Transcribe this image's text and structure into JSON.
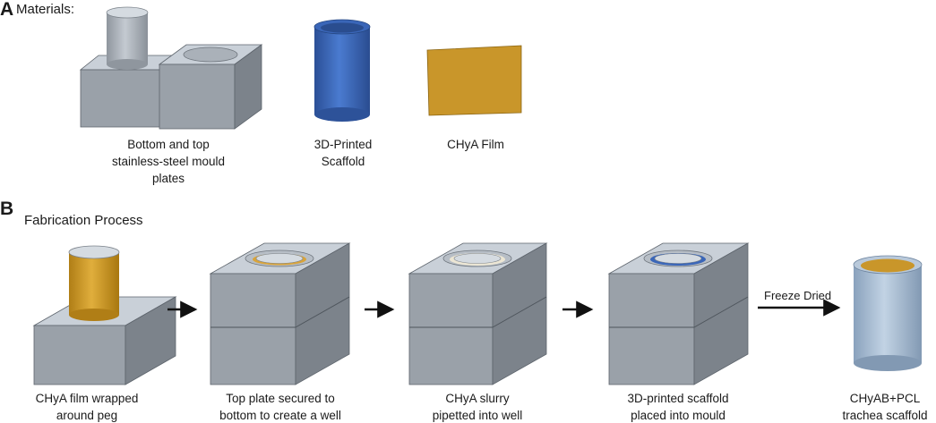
{
  "panel_a": {
    "letter": "A",
    "title": "Materials:",
    "items": [
      {
        "lines": [
          "Bottom and top",
          "stainless-steel mould",
          "plates"
        ]
      },
      {
        "lines": [
          "3D-Printed",
          "Scaffold"
        ]
      },
      {
        "lines": [
          "CHyA Film"
        ]
      }
    ]
  },
  "panel_b": {
    "letter": "B",
    "title": "Fabrication Process",
    "steps": [
      {
        "lines": [
          "CHyA film wrapped",
          "around peg"
        ]
      },
      {
        "lines": [
          "Top plate secured to",
          "bottom to create a well"
        ]
      },
      {
        "lines": [
          "CHyA slurry",
          "pipetted into well"
        ]
      },
      {
        "lines": [
          "3D-printed scaffold",
          "placed into mould"
        ]
      },
      {
        "lines": [
          "CHyAB+PCL",
          "trachea scaffold"
        ]
      }
    ],
    "arrow_label": "Freeze Dried"
  },
  "colors": {
    "steel_top": "#c9d0d8",
    "steel_front": "#9aa1a9",
    "steel_side": "#7c838b",
    "scaffold_blue": "#3a66b8",
    "film_gold": "#c9962a",
    "final_tube": "#a9bfd6"
  }
}
